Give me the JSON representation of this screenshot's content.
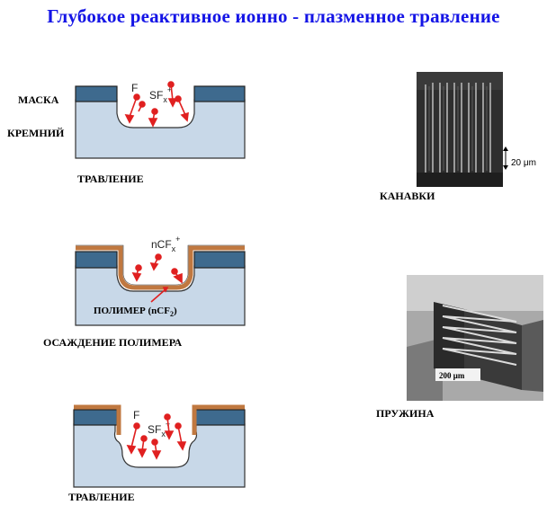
{
  "title": "Глубокое реактивное ионно - плазменное травление",
  "labels": {
    "mask": "МАСКА",
    "silicon": "КРЕМНИЙ",
    "etch1": "ТРАВЛЕНИЕ",
    "deposition": "ОСАЖДЕНИЕ ПОЛИМЕРА",
    "etch2": "ТРАВЛЕНИЕ",
    "grooves": "КАНАВКИ",
    "spring": "ПРУЖИНА",
    "polymer": "ПОЛИМЕР (nCF",
    "polymer_sub": "2",
    "polymer_end": ")"
  },
  "species": {
    "f": "F",
    "sf": "SF",
    "sf_sub": "x",
    "sf_sup": "+",
    "ncf": "nCF",
    "ncf_sub": "x",
    "ncf_sup": "+"
  },
  "scale_bars": {
    "grooves": "20 μm",
    "spring": "200 μm"
  },
  "colors": {
    "title": "#1414e6",
    "mask": "#3e6a8e",
    "silicon": "#c8d8e8",
    "polymer": "#c07840",
    "ion": "#e02020"
  }
}
